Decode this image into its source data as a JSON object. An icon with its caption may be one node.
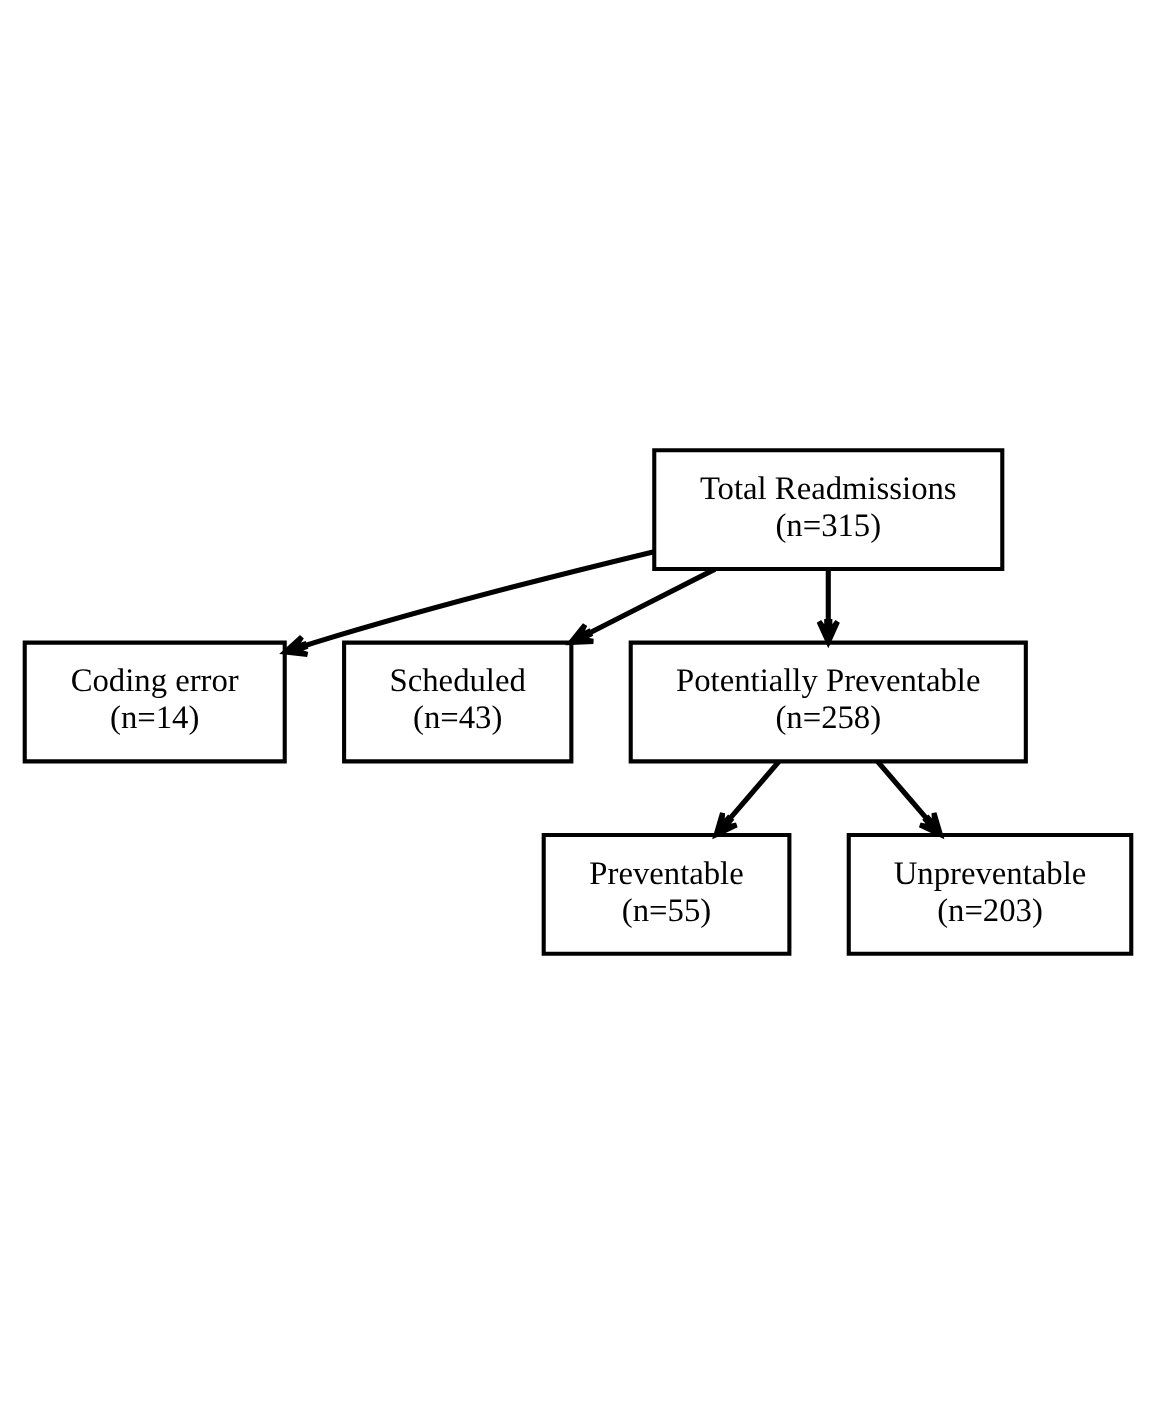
{
  "diagram": {
    "nodes": [
      {
        "text": [
          "Total Readmissions",
          "(n=315)"
        ]
      },
      {
        "text": [
          "Coding error",
          "(n=14)"
        ]
      },
      {
        "text": [
          "Scheduled",
          "(n=43)"
        ]
      },
      {
        "text": [
          "Potentially Preventable",
          "(n=258)"
        ]
      },
      {
        "text": [
          "Preventable",
          "(n=55)"
        ]
      },
      {
        "text": [
          "Unpreventable",
          "(n=203)"
        ]
      }
    ],
    "edges": [
      {
        "from": 0,
        "to": 1,
        "arrow": "to"
      },
      {
        "from": 0,
        "to": 2,
        "arrow": "to"
      },
      {
        "from": 0,
        "to": 3,
        "arrow": "to"
      },
      {
        "from": 3,
        "to": 4,
        "arrow": "to"
      },
      {
        "from": 3,
        "to": 5,
        "arrow": "to"
      }
    ]
  }
}
